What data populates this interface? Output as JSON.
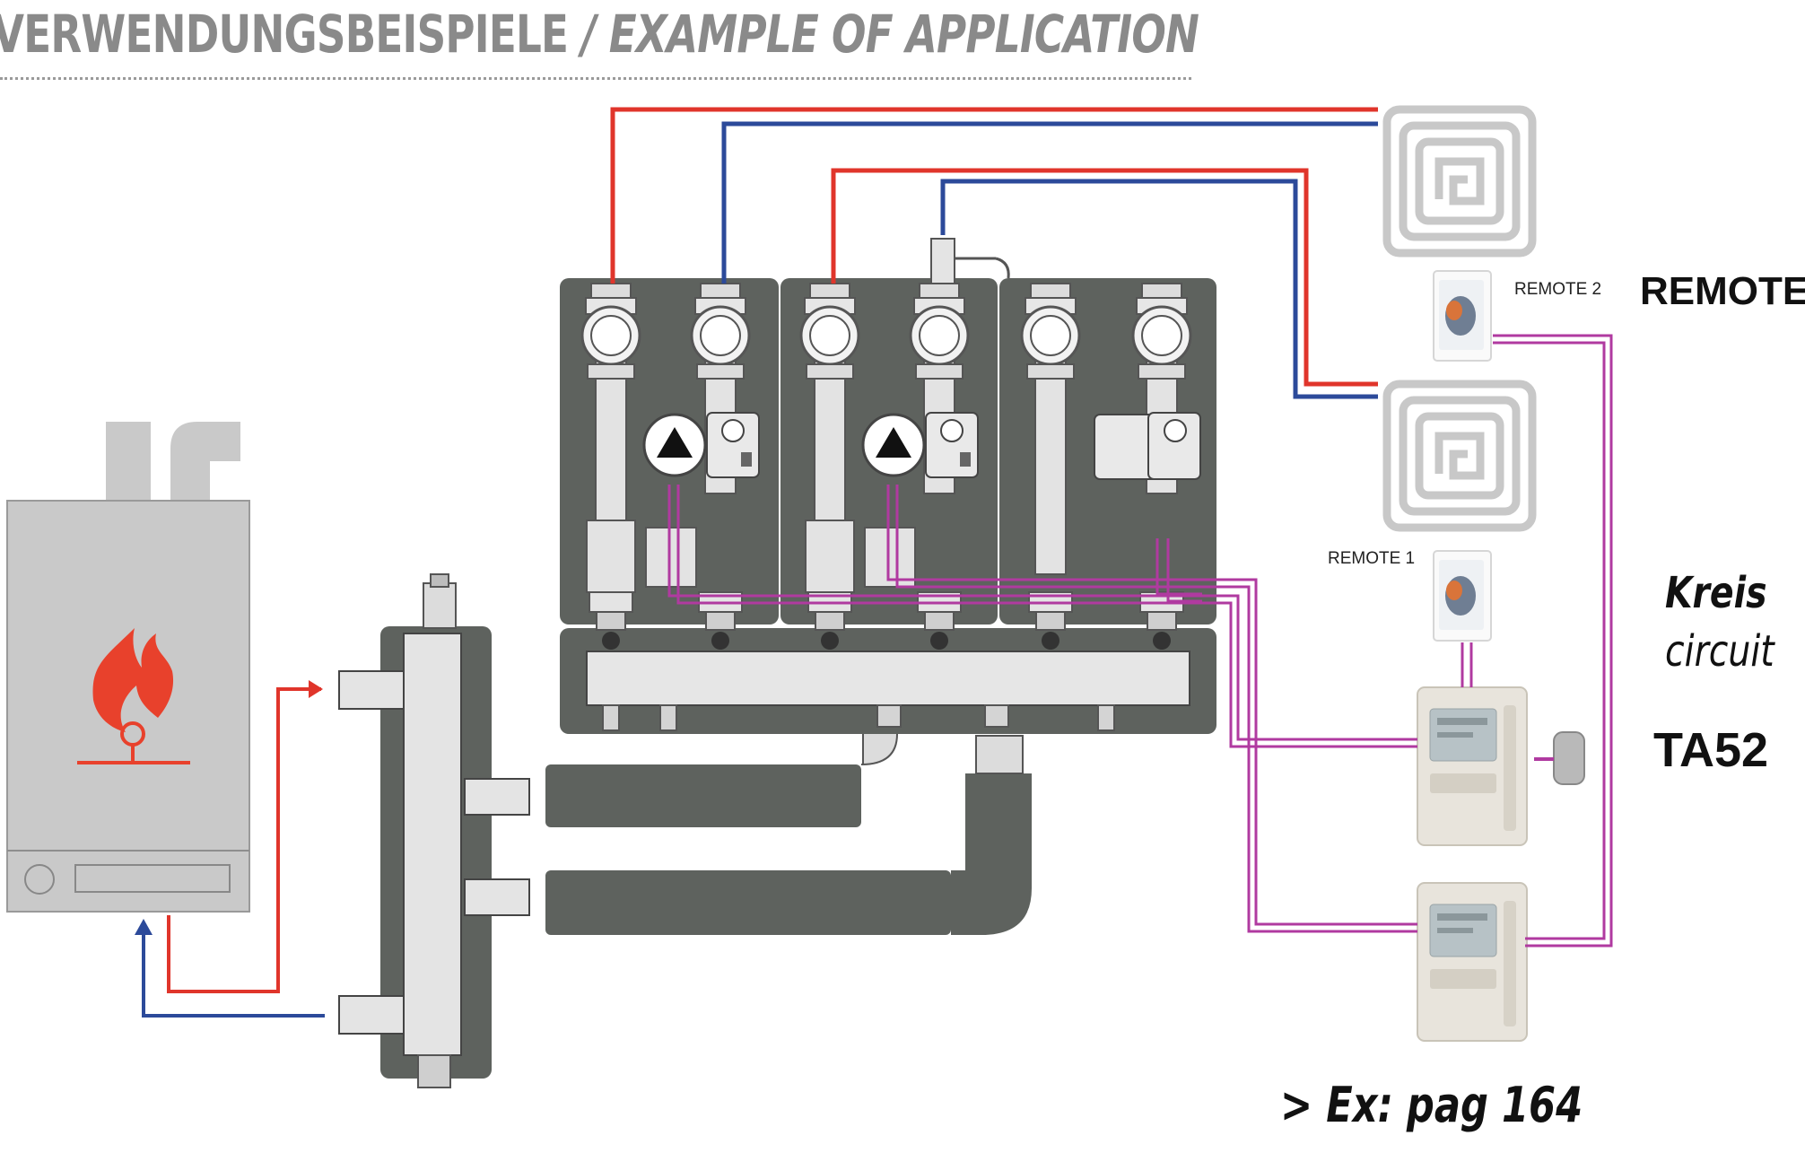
{
  "heading": {
    "de": "VERWENDUNGSBEISPIELE",
    "separator": " / ",
    "en": "EXAMPLE OF APPLICATION"
  },
  "labels": {
    "remote2_small": "REMOTE 2",
    "remote1_small": "REMOTE 1",
    "remote_big": "REMOTE",
    "kreis": "Kreis",
    "circuit": "circuit",
    "controller": "TA52",
    "page_ref": "> Ex: pag 164"
  },
  "colors": {
    "supply_line": "#e0352b",
    "return_line": "#2c4a9a",
    "signal_wire": "#b03aa0",
    "module_panel": "#5e625e",
    "boiler": "#c9c9c9",
    "flame": "#e8412c",
    "heading_text": "#8a8a8a"
  }
}
